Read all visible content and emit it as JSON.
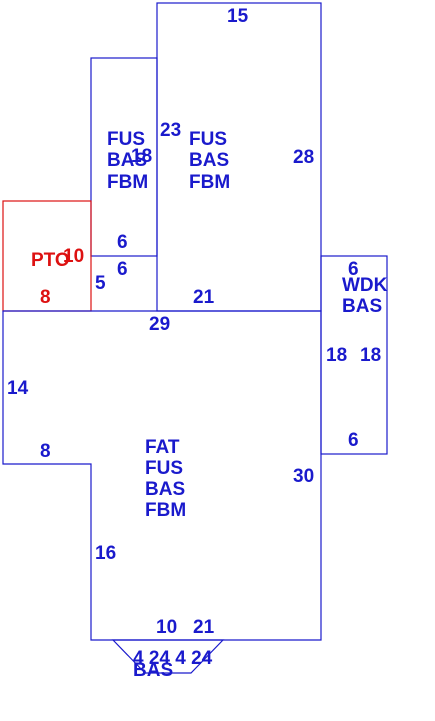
{
  "colors": {
    "main": "#1a1acc",
    "pto": "#dd1111",
    "background": "#ffffff"
  },
  "areas": {
    "upper_main": [
      "FUS",
      "BAS",
      "FBM"
    ],
    "upper_left": [
      "FUS",
      "BAS",
      "FBM"
    ],
    "upper_left_overlap": "18",
    "pto": "PTO",
    "wdk": [
      "WDK",
      "BAS"
    ],
    "lower_main": [
      "FAT",
      "FUS",
      "BAS",
      "FBM"
    ],
    "bay": "BAS"
  },
  "dims": {
    "top": "15",
    "upper_right": "28",
    "upper_inner": "23",
    "upper_left_bottom_a": "6",
    "upper_left_bottom_b": "6",
    "upper_bottom": "21",
    "pto_right": "10",
    "pto_bottom": "8",
    "pto_side": "5",
    "wdk_top": "6",
    "wdk_left": "18",
    "wdk_right": "18",
    "wdk_bottom": "6",
    "lower_top": "29",
    "lower_left": "14",
    "lower_notch": "8",
    "lower_right": "30",
    "lower_inner_left": "16",
    "lower_bottom_a": "10",
    "lower_bottom_b": "21",
    "bay_dims": "4 24 4 24"
  }
}
